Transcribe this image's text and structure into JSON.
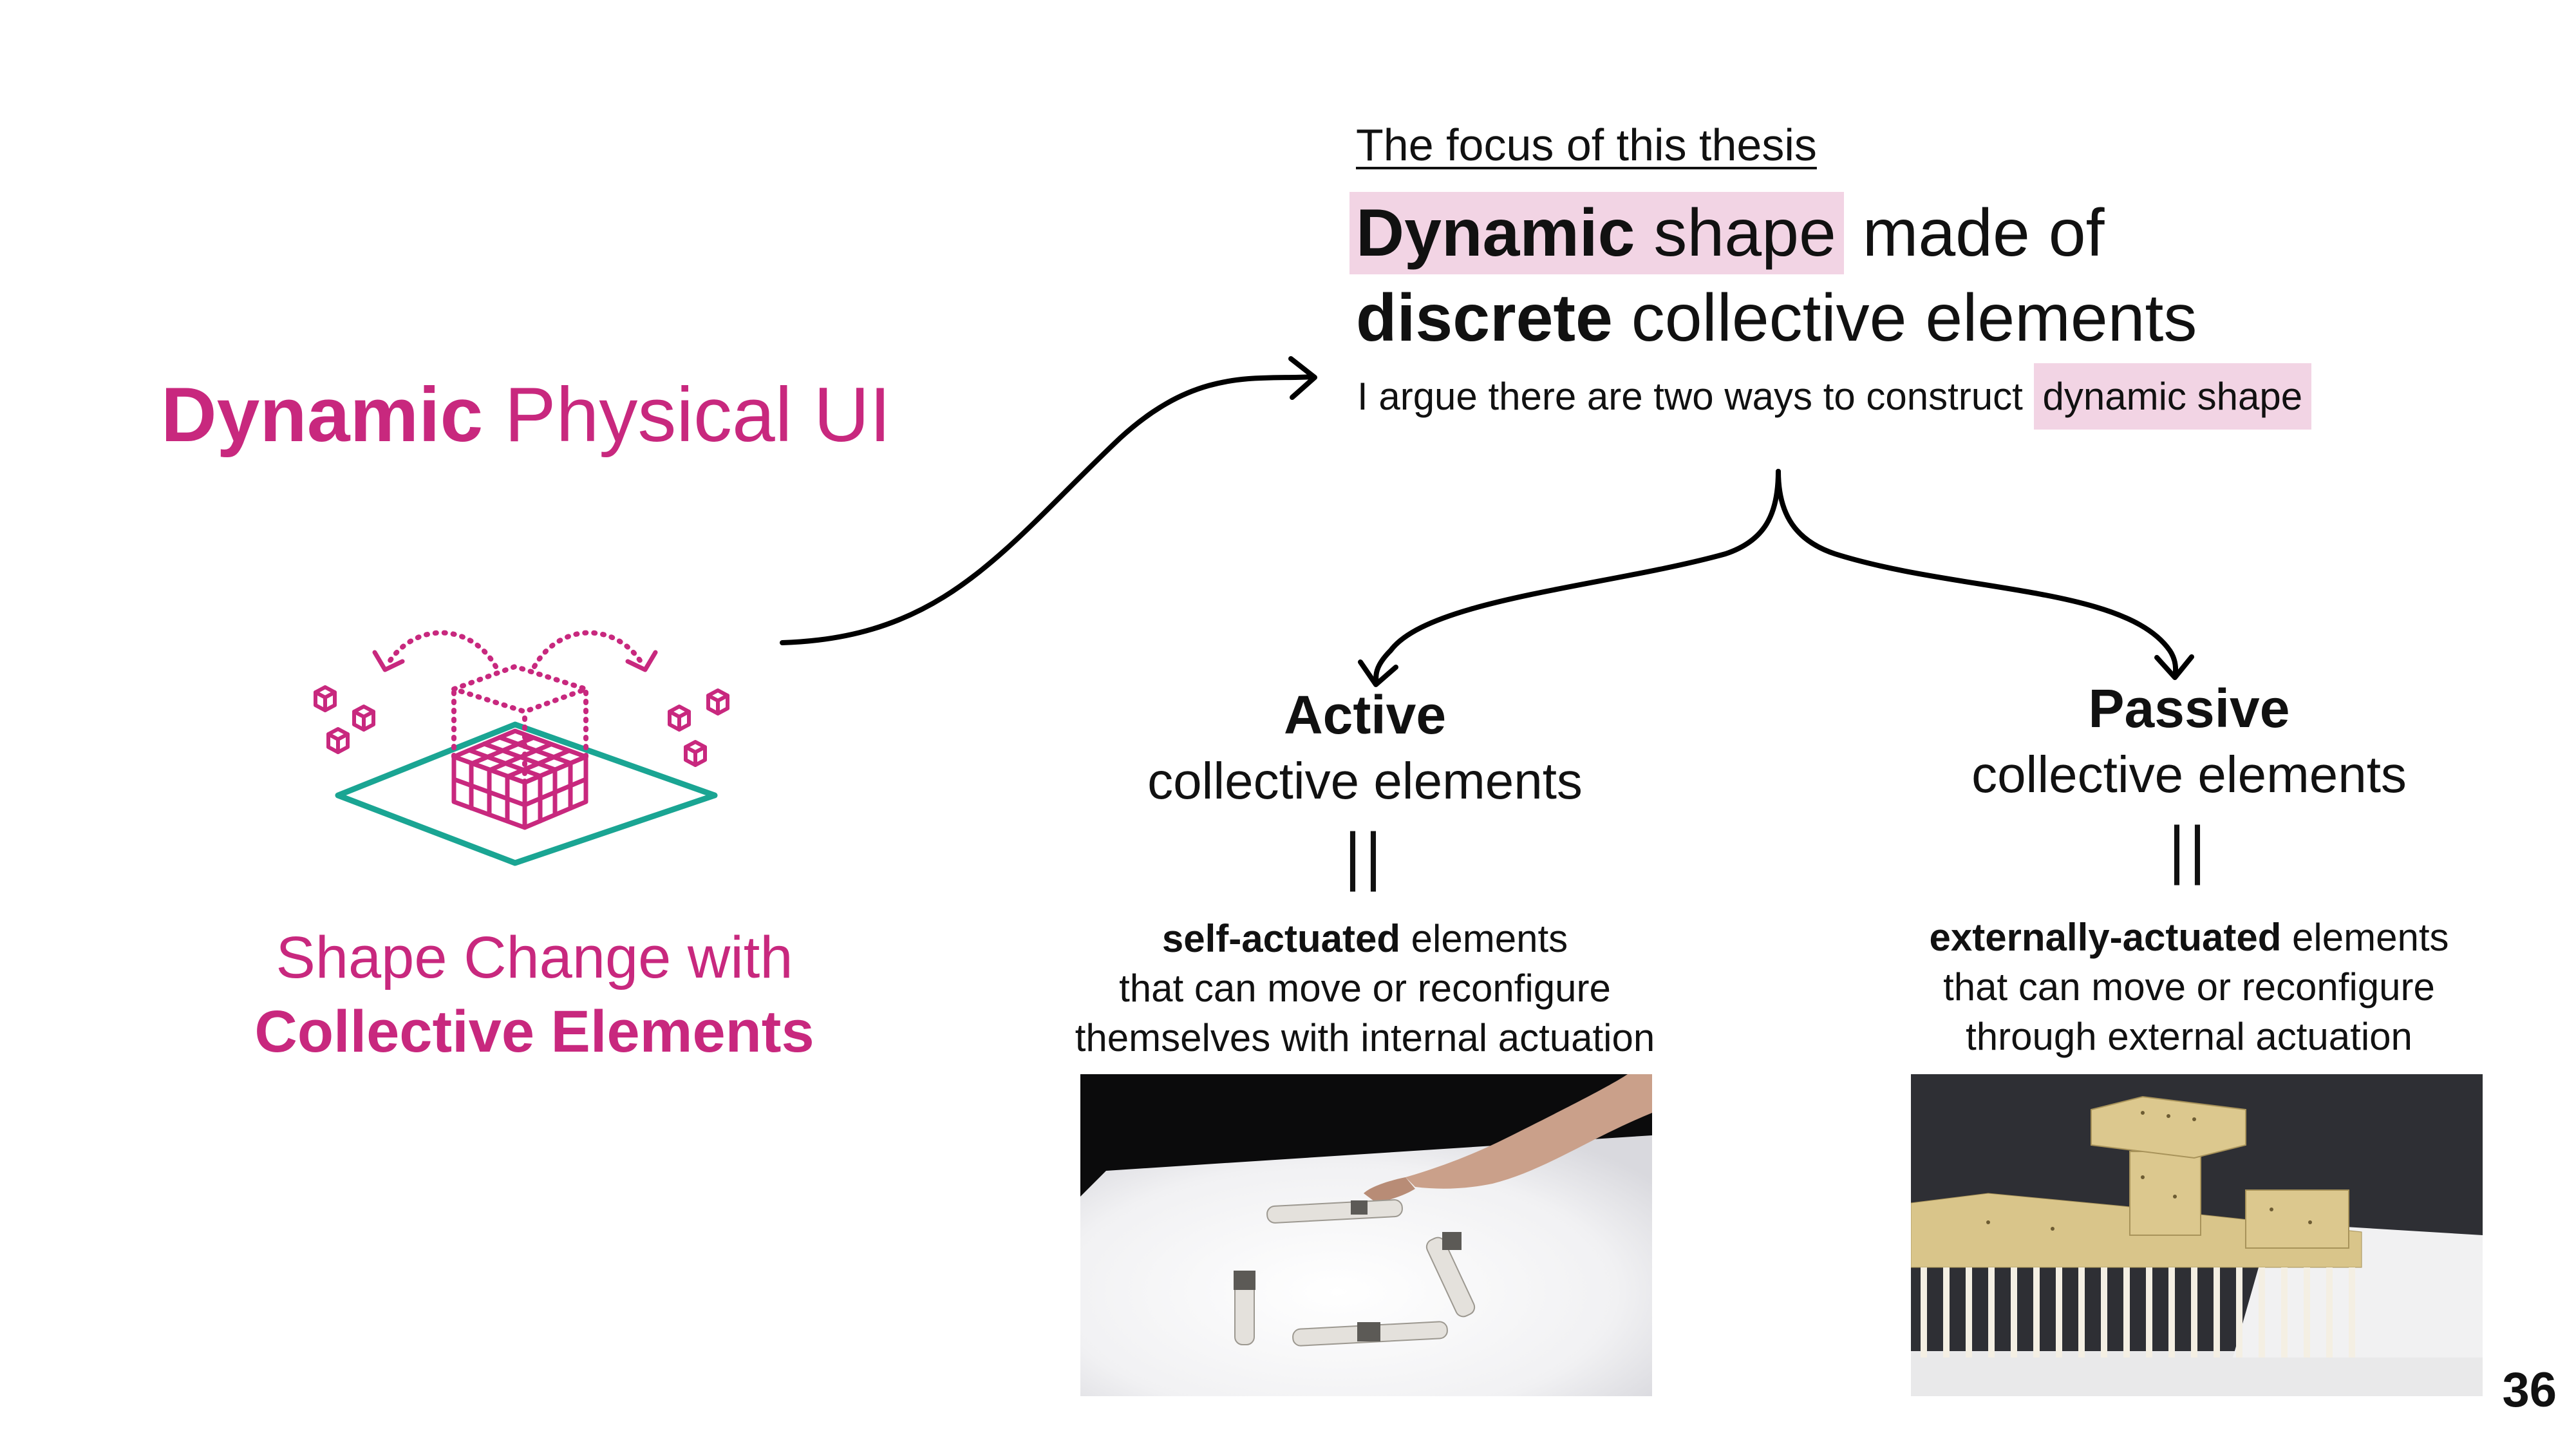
{
  "left": {
    "title_bold": "Dynamic",
    "title_rest": " Physical UI",
    "caption_line1": "Shape Change with",
    "caption_line2": "Collective Elements"
  },
  "focus": {
    "label": "The focus of this thesis",
    "line1_bold": "Dynamic",
    "line1_hl_rest": " shape",
    "line1_rest": " made of",
    "line2_bold": "discrete",
    "line2_rest": " collective elements",
    "sub_text": "I argue there are two ways to construct ",
    "sub_highlight": "dynamic shape"
  },
  "active": {
    "heading": "Active",
    "subheading": "collective elements",
    "equals": "||",
    "desc_bold": "self-actuated",
    "desc_line1_rest": " elements",
    "desc_line2": "that can move or reconfigure",
    "desc_line3": "themselves with internal actuation"
  },
  "passive": {
    "heading": "Passive",
    "subheading": "collective elements",
    "equals": "||",
    "desc_bold": "externally-actuated",
    "desc_line1_rest": " elements",
    "desc_line2": "that can move or reconfigure",
    "desc_line3": "through external actuation"
  },
  "page_number": "36",
  "colors": {
    "accent": "#c8287e",
    "highlight": "#f2d4e4",
    "icon_platform": "#1aa593"
  },
  "icons": {
    "left_icon": "collective-elements-shape-icon"
  }
}
